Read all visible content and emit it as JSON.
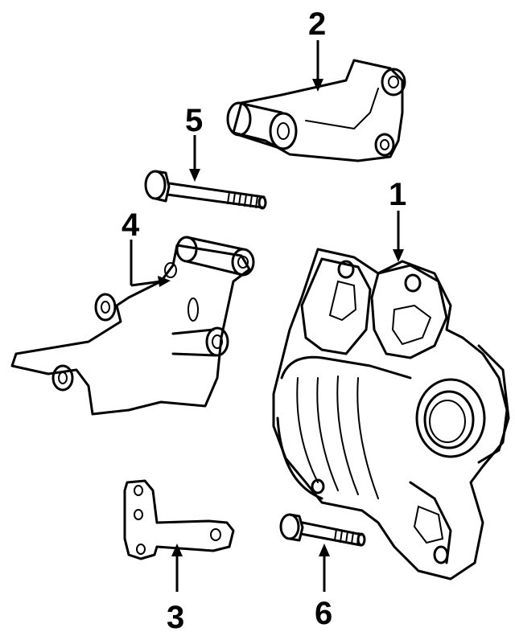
{
  "diagram": {
    "callouts": [
      {
        "id": "1",
        "label": "1",
        "part": "alternator"
      },
      {
        "id": "2",
        "label": "2",
        "part": "upper-mounting-bracket"
      },
      {
        "id": "3",
        "label": "3",
        "part": "support-brace"
      },
      {
        "id": "4",
        "label": "4",
        "part": "lower-mounting-bracket"
      },
      {
        "id": "5",
        "label": "5",
        "part": "pivot-bolt"
      },
      {
        "id": "6",
        "label": "6",
        "part": "mounting-bolt"
      }
    ],
    "colors": {
      "line": "#000000",
      "background": "#ffffff"
    }
  }
}
